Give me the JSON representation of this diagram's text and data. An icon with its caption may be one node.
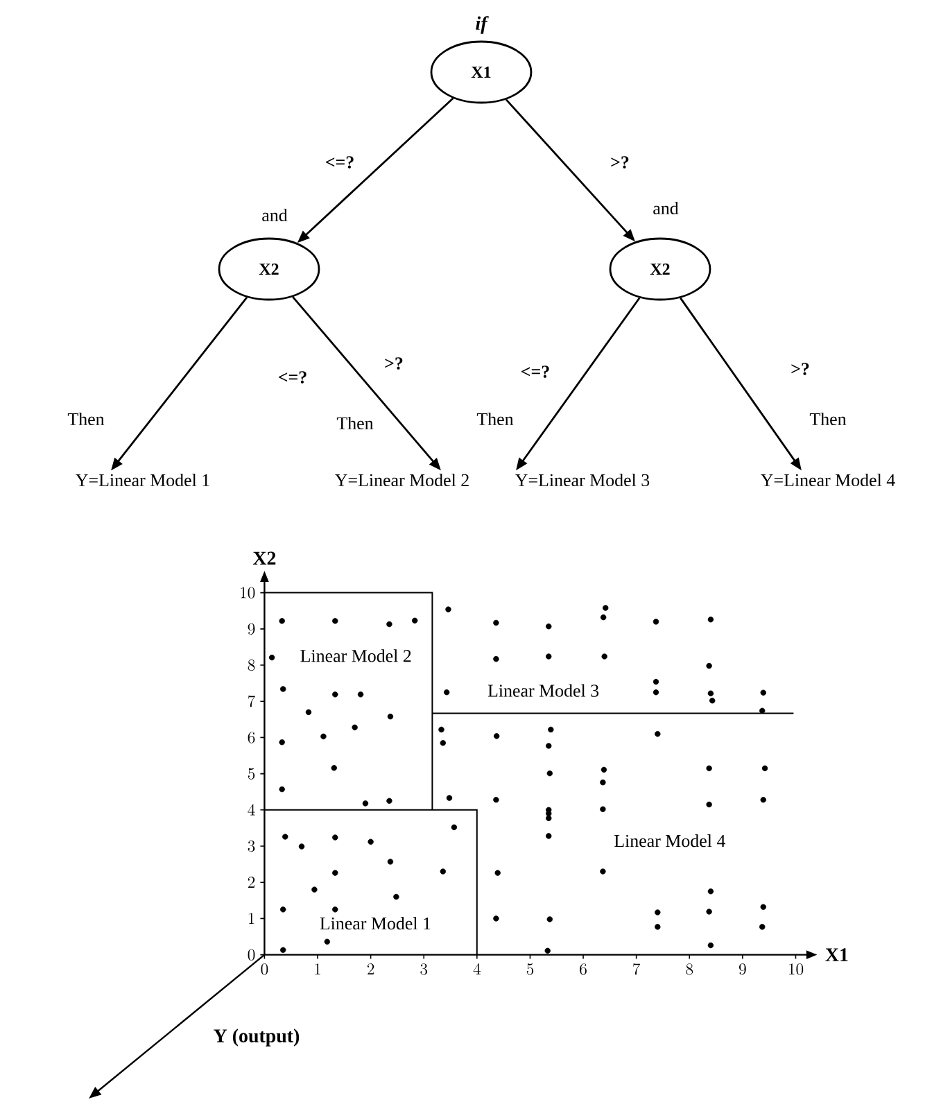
{
  "diagram": {
    "nodes": [
      {
        "text": [
          "X1"
        ],
        "beside": [
          "if"
        ]
      },
      {
        "text": [
          "X2"
        ],
        "beside": [
          "and"
        ]
      },
      {
        "text": [
          "X2"
        ],
        "beside": [
          "and"
        ]
      },
      {
        "text": [
          "Y=Linear Model 1"
        ],
        "beside": [
          "Then"
        ]
      },
      {
        "text": [
          "Y=Linear Model 2"
        ],
        "beside": [
          "Then"
        ]
      },
      {
        "text": [
          "Y=Linear Model 3"
        ],
        "beside": [
          "Then"
        ]
      },
      {
        "text": [
          "Y=Linear Model 4"
        ],
        "beside": [
          "Then"
        ]
      }
    ],
    "edges": [
      {
        "from": 0,
        "to": 1,
        "arrow": "to",
        "label": "<=?"
      },
      {
        "from": 0,
        "to": 2,
        "arrow": "to",
        "label": ">?"
      },
      {
        "from": 1,
        "to": 3,
        "arrow": "to",
        "label": "<=?"
      },
      {
        "from": 1,
        "to": 4,
        "arrow": "to",
        "label": ">?"
      },
      {
        "from": 2,
        "to": 5,
        "arrow": "to",
        "label": "<=?"
      },
      {
        "from": 2,
        "to": 6,
        "arrow": "to",
        "label": ">?"
      }
    ],
    "labels": [
      "Y (output)"
    ],
    "chart_data": {
      "type": "scatter",
      "xlabel": "X1",
      "ylabel": "X2",
      "xlim": [
        0,
        10.2
      ],
      "ylim": [
        0,
        10.3
      ],
      "xticks": [
        0,
        1,
        2,
        3,
        4,
        5,
        6,
        7,
        8,
        9,
        10
      ],
      "yticks": [
        0,
        1,
        2,
        3,
        4,
        5,
        6,
        7,
        8,
        9,
        10
      ],
      "x": [
        0.33,
        1.33,
        2.35,
        2.83,
        3.46,
        4.36,
        0.14,
        4.36,
        0.35,
        1.33,
        1.81,
        3.43,
        0.83,
        2.37,
        1.7,
        1.11,
        0.33,
        3.33,
        3.36,
        4.37,
        1.31,
        0.33,
        1.9,
        2.35,
        3.48,
        4.36,
        0.39,
        0.7,
        1.33,
        2.0,
        2.37,
        3.57,
        1.33,
        0.94,
        2.48,
        3.36,
        4.39,
        0.35,
        1.33,
        1.18,
        0.35,
        4.36,
        5.35,
        5.35,
        6.42,
        6.38,
        6.4,
        7.37,
        8.4,
        8.37,
        7.37,
        7.37,
        8.4,
        8.43,
        9.39,
        9.37,
        5.39,
        5.35,
        5.37,
        5.35,
        5.35,
        5.35,
        5.35,
        6.39,
        6.37,
        6.37,
        6.37,
        7.4,
        8.37,
        8.37,
        9.42,
        9.39,
        5.37,
        5.33,
        7.4,
        7.4,
        8.4,
        8.37,
        8.4,
        9.39,
        9.37
      ],
      "series": [
        {
          "color": "#000000",
          "values": [
            9.22,
            9.22,
            9.13,
            9.23,
            9.54,
            9.17,
            8.21,
            8.17,
            7.34,
            7.19,
            7.19,
            7.25,
            6.7,
            6.58,
            6.28,
            6.03,
            5.87,
            6.22,
            5.85,
            6.04,
            5.16,
            4.57,
            4.18,
            4.25,
            4.33,
            4.28,
            3.26,
            2.99,
            3.24,
            3.12,
            2.57,
            3.52,
            2.26,
            1.8,
            1.6,
            2.3,
            2.26,
            1.25,
            1.25,
            0.36,
            0.13,
            1.0,
            9.07,
            8.24,
            9.58,
            9.32,
            8.24,
            9.2,
            9.26,
            7.98,
            7.54,
            7.25,
            7.22,
            7.02,
            7.24,
            6.74,
            6.22,
            5.77,
            5.01,
            4.0,
            3.9,
            3.77,
            3.28,
            5.11,
            4.76,
            4.02,
            2.3,
            6.1,
            5.15,
            4.15,
            5.15,
            4.28,
            0.98,
            0.11,
            1.17,
            0.77,
            1.75,
            1.19,
            0.26,
            1.32,
            0.77
          ]
        }
      ],
      "annotations": [
        "Linear Model 1",
        "Linear Model 2",
        "Linear Model 3",
        "Linear Model 4"
      ]
    }
  }
}
